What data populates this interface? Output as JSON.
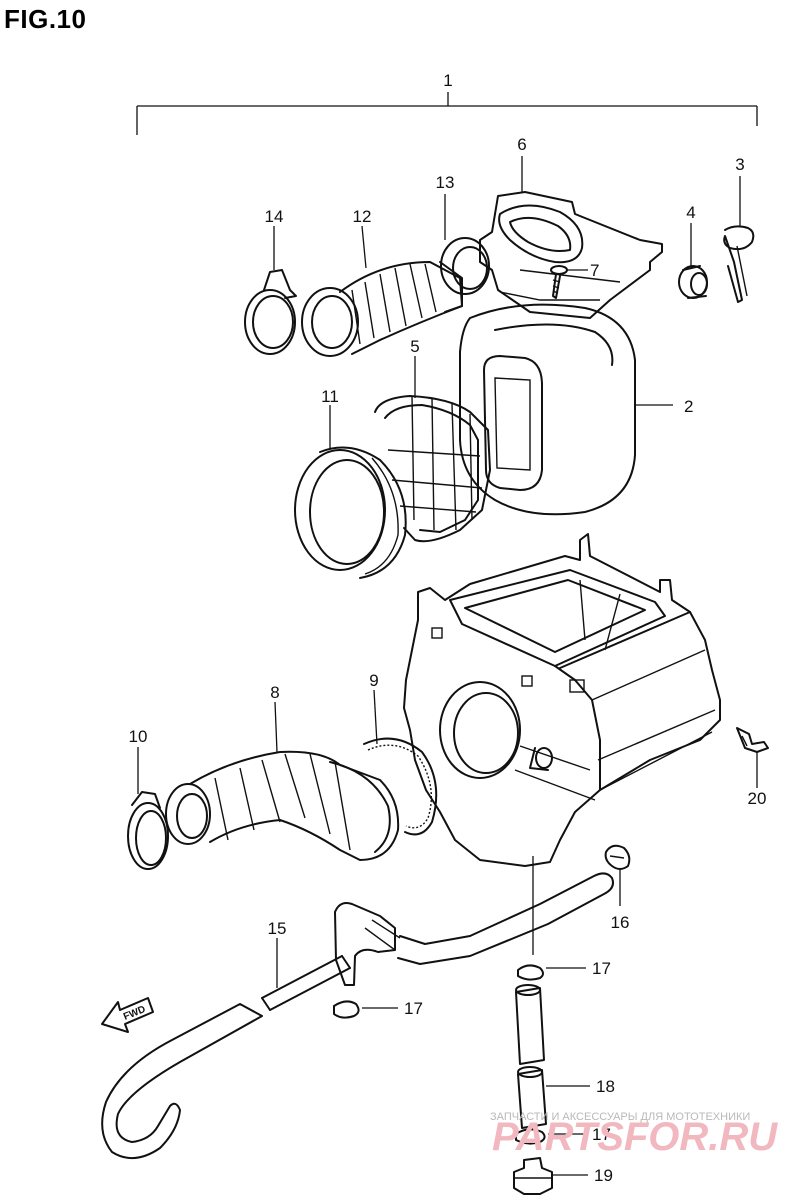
{
  "figure_title": "FIG.10",
  "fwd_label": "FWD",
  "callouts": {
    "c1": "1",
    "c2": "2",
    "c3": "3",
    "c4": "4",
    "c5": "5",
    "c6": "6",
    "c7": "7",
    "c8": "8",
    "c9": "9",
    "c10": "10",
    "c11": "11",
    "c12": "12",
    "c13": "13",
    "c14": "14",
    "c15": "15",
    "c16": "16",
    "c17a": "17",
    "c17b": "17",
    "c17c": "17",
    "c18": "18",
    "c19": "19",
    "c20": "20"
  },
  "watermark": {
    "line1": "ЗАПЧАСТИ И АКСЕССУАРЫ ДЛЯ МОТОТЕХНИКИ",
    "line2": "PARTSFOR.RU"
  }
}
